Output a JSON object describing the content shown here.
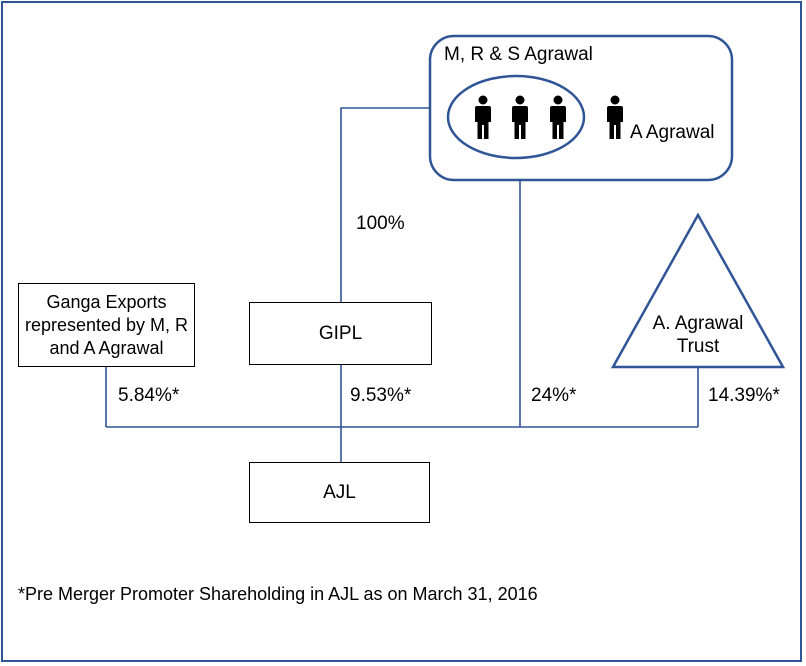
{
  "group": {
    "title": "M, R & S Agrawal",
    "extra_member": "A Agrawal"
  },
  "entities": {
    "ganga": "Ganga Exports represented by M, R and A Agrawal",
    "gipl": "GIPL",
    "trust": "A. Agrawal Trust",
    "ajl": "AJL"
  },
  "percentages": {
    "group_to_gipl": "100%",
    "ganga_to_ajl": "5.84%*",
    "gipl_to_ajl": "9.53%*",
    "group_to_ajl": "24%*",
    "trust_to_ajl": "14.39%*"
  },
  "footnote": "*Pre Merger Promoter Shareholding in AJL as on March 31, 2016",
  "colors": {
    "connector": "#2F5597",
    "frame": "#2F5597",
    "text": "#000000"
  },
  "icons": {
    "person": "person-icon"
  }
}
